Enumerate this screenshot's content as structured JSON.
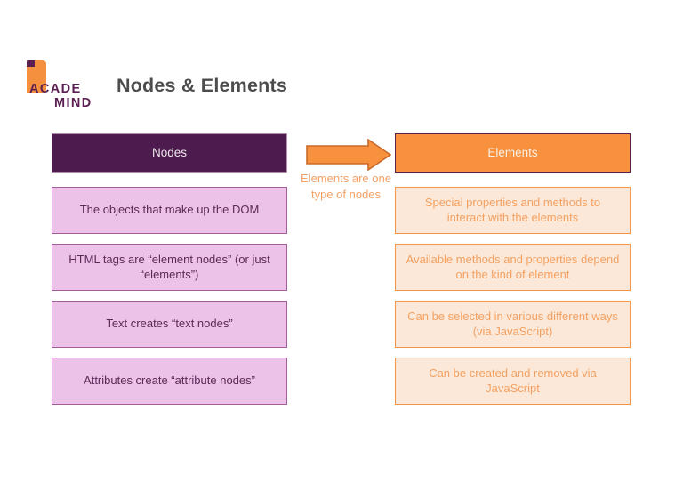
{
  "brand": {
    "name_line1": "ACADE",
    "name_line2": "MIND",
    "flag_color": "#f5913e",
    "text_color": "#5b1f52"
  },
  "title": "Nodes & Elements",
  "colors": {
    "nodes_header_bg": "#4d1b4d",
    "nodes_body_bg": "#edc2e8",
    "nodes_body_border": "#a05f9a",
    "nodes_text": "#5b2a57",
    "elements_header_bg": "#f8913e",
    "elements_body_bg": "#fce8d8",
    "elements_body_border": "#f5954a",
    "elements_text": "#f2a163",
    "title_text": "#4d4d4d",
    "arrow_fill": "#f8913e",
    "arrow_stroke": "#c96a2a"
  },
  "left_column": {
    "header": "Nodes",
    "items": [
      "The objects that make up the DOM",
      "HTML tags are “element nodes” (or just “elements”)",
      "Text creates “text nodes”",
      "Attributes create “attribute nodes”"
    ]
  },
  "right_column": {
    "header": "Elements",
    "items": [
      "Special properties and methods to interact with the elements",
      "Available methods and properties depend on the kind of element",
      "Can be selected in various different ways (via JavaScript)",
      "Can be created and removed via JavaScript"
    ]
  },
  "connector": {
    "icon": "right-arrow-icon",
    "label": "Elements are one type of nodes"
  }
}
